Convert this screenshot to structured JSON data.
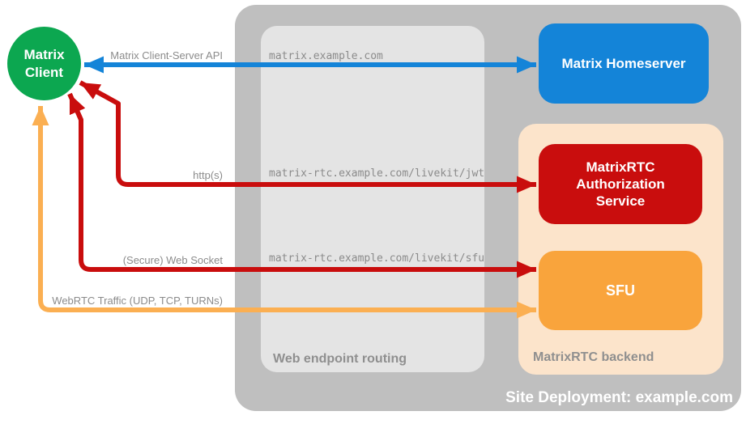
{
  "nodes": {
    "client": "Matrix Client",
    "homeserver": "Matrix Homeserver",
    "auth_service": "MatrixRTC Authorization Service",
    "sfu": "SFU"
  },
  "containers": {
    "routing": "Web endpoint routing",
    "backend": "MatrixRTC backend",
    "site": "Site Deployment: example.com"
  },
  "edges": {
    "labels": [
      "Matrix Client-Server API",
      "http(s)",
      "(Secure) Web Socket",
      "WebRTC Traffic (UDP, TCP, TURNs)"
    ],
    "endpoints": [
      "matrix.example.com",
      "matrix-rtc.example.com/livekit/jwt",
      "matrix-rtc.example.com/livekit/sfu"
    ]
  },
  "colors": {
    "client_green": "#0ca750",
    "homeserver_blue": "#1484d8",
    "auth_red": "#c90d0d",
    "sfu_orange": "#f9a43c",
    "arrow_orange": "#fbaf52",
    "backend_peach": "#fce4cb",
    "site_gray": "#bfbfbf",
    "routing_gray": "#e4e4e4",
    "label_gray": "#8b8b8b"
  }
}
